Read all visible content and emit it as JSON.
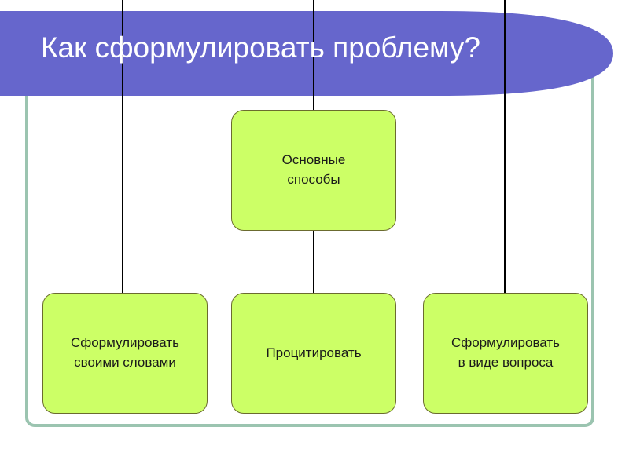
{
  "slide": {
    "title": "Как сформулировать проблему?"
  },
  "diagram": {
    "center_node": {
      "line1": "Основные",
      "line2": "способы"
    },
    "left_node": {
      "line1": "Сформулировать",
      "line2": "своими словами"
    },
    "middle_node": {
      "line1": "Процитировать"
    },
    "right_node": {
      "line1": "Сформулировать",
      "line2": "в виде вопроса"
    }
  },
  "colors": {
    "title_band": "#6666cc",
    "node_fill": "#ccff66",
    "frame": "#9bc4b0",
    "connector": "#000000"
  }
}
